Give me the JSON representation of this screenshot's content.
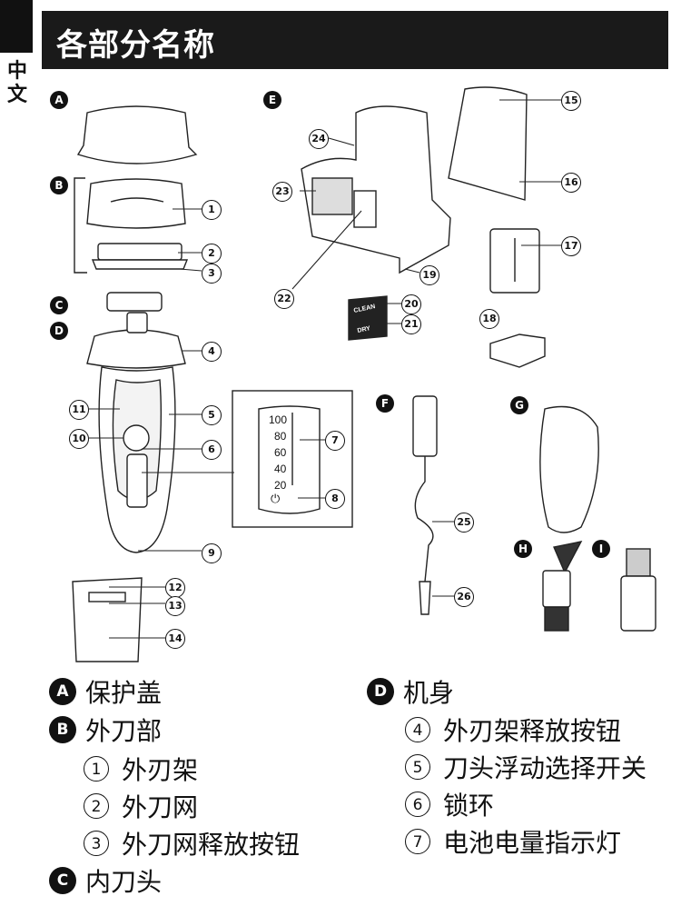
{
  "header": {
    "title": "各部分名称",
    "side_label": "中文"
  },
  "section_badges": [
    "A",
    "B",
    "C",
    "D",
    "E",
    "F",
    "G",
    "H",
    "I"
  ],
  "callouts": [
    "1",
    "2",
    "3",
    "4",
    "5",
    "6",
    "7",
    "8",
    "9",
    "10",
    "11",
    "12",
    "13",
    "14",
    "15",
    "16",
    "17",
    "18",
    "19",
    "20",
    "21",
    "22",
    "23",
    "24",
    "25",
    "26"
  ],
  "gauge": {
    "levels": [
      "100",
      "80",
      "60",
      "40",
      "20"
    ]
  },
  "dock_labels": {
    "clean": "CLEAN",
    "dry": "DRY"
  },
  "legend": {
    "left": [
      {
        "badge": "A",
        "text": "保护盖"
      },
      {
        "badge": "B",
        "text": "外刀部"
      },
      {
        "num": "1",
        "text": "外刃架"
      },
      {
        "num": "2",
        "text": "外刀网"
      },
      {
        "num": "3",
        "text": "外刀网释放按钮"
      },
      {
        "badge": "C",
        "text": "内刀头"
      }
    ],
    "right": [
      {
        "badge": "D",
        "text": "机身"
      },
      {
        "num": "4",
        "text": "外刃架释放按钮"
      },
      {
        "num": "5",
        "text": "刀头浮动选择开关"
      },
      {
        "num": "6",
        "text": "锁环"
      },
      {
        "num": "7",
        "text": "电池电量指示灯"
      }
    ]
  }
}
